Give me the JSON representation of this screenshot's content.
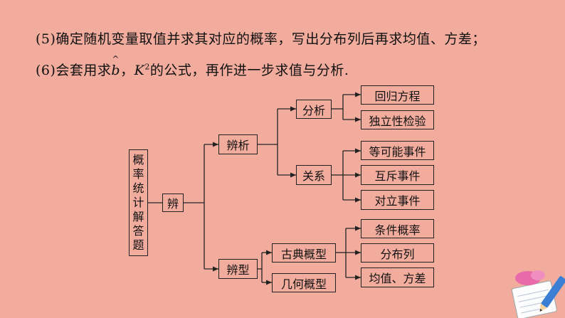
{
  "text": {
    "line1": "(5)确定随机变量取值并求其对应的概率，写出分布列后再求均值、方差；",
    "line2_prefix": "(6)会套用求",
    "line2_b": "b",
    "line2_hat": "^",
    "line2_sep": "，",
    "line2_k": "K",
    "line2_sup": "2",
    "line2_suffix": "的公式，再作进一步求值与分析."
  },
  "diagram": {
    "root_chars": [
      "概",
      "率",
      "统",
      "计",
      "解",
      "答",
      "题"
    ],
    "l1": "辨",
    "l2a": "辨析",
    "l2b": "辨型",
    "l3a": "分析",
    "l3b": "关系",
    "l3c": "古典概型",
    "l3d": "几何概型",
    "l4a": "回归方程",
    "l4b": "独立性检验",
    "l4c": "等可能事件",
    "l4d": "互斥事件",
    "l4e": "对立事件",
    "l4f": "条件概率",
    "l4g": "分布列",
    "l4h": "均值、方差"
  },
  "colors": {
    "background": "#f1ac9d",
    "line": "#222222"
  }
}
